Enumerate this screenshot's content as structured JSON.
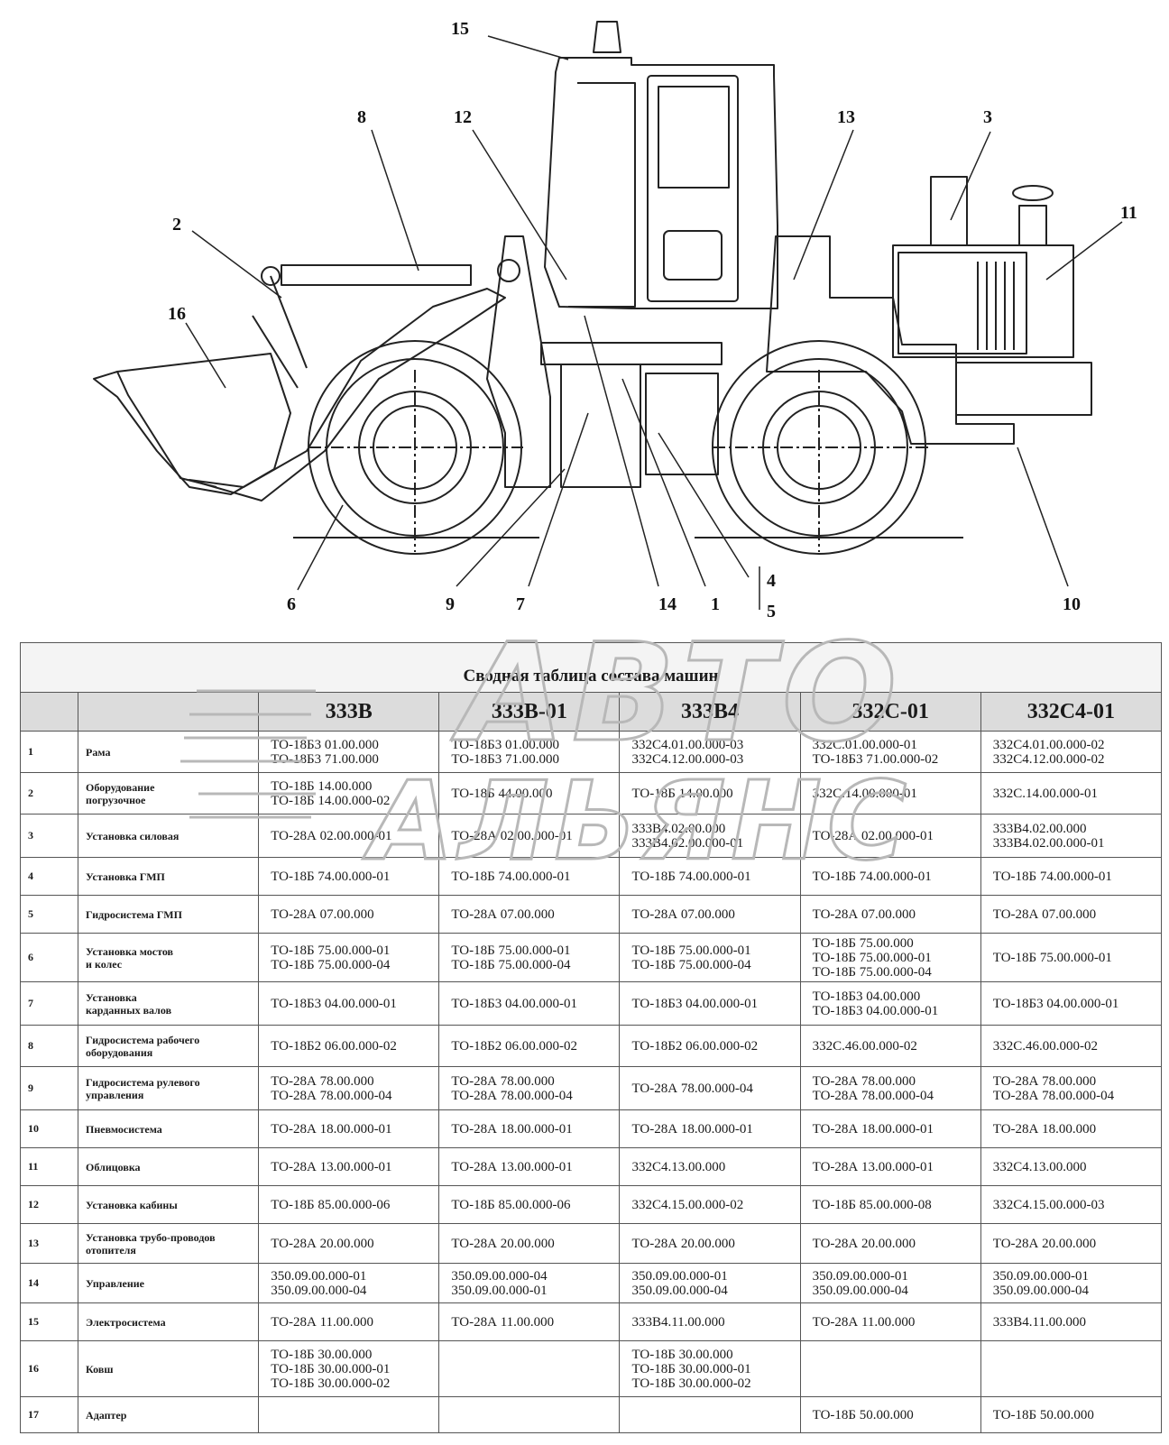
{
  "diagram": {
    "callouts": [
      "15",
      "8",
      "12",
      "13",
      "3",
      "2",
      "11",
      "16",
      "6",
      "9",
      "7",
      "14",
      "1",
      "4",
      "5",
      "10"
    ]
  },
  "watermark": {
    "line1": "АВТО",
    "line2": "АЛЬЯНС",
    "color": "#b8b8b8"
  },
  "table": {
    "caption": "Сводная таблица состава машин",
    "models": [
      "333В",
      "333В-01",
      "333В4",
      "332С-01",
      "332С4-01"
    ],
    "rows": [
      {
        "num": "1",
        "name": [
          "Рама"
        ],
        "cells": [
          [
            "ТО-18Б3 01.00.000",
            "ТО-18Б3 71.00.000"
          ],
          [
            "ТО-18Б3 01.00.000",
            "ТО-18Б3 71.00.000"
          ],
          [
            "332С4.01.00.000-03",
            "332С4.12.00.000-03"
          ],
          [
            "332С.01.00.000-01",
            "ТО-18Б3 71.00.000-02"
          ],
          [
            "332С4.01.00.000-02",
            "332С4.12.00.000-02"
          ]
        ]
      },
      {
        "num": "2",
        "name": [
          "Оборудование",
          "погрузочное"
        ],
        "cells": [
          [
            "ТО-18Б 14.00.000",
            "ТО-18Б 14.00.000-02"
          ],
          [
            "ТО-18Б 44.00.000"
          ],
          [
            "ТО-18Б 14.00.000"
          ],
          [
            "332С.14.00.000-01"
          ],
          [
            "332С.14.00.000-01"
          ]
        ]
      },
      {
        "num": "3",
        "name": [
          "Установка силовая"
        ],
        "cells": [
          [
            "ТО-28А 02.00.000-01"
          ],
          [
            "ТО-28А 02.00.000-01"
          ],
          [
            "333В4.02.00.000",
            "333В4.02.00.000-01"
          ],
          [
            "ТО-28А 02.00.000-01"
          ],
          [
            "333В4.02.00.000",
            "333В4.02.00.000-01"
          ]
        ]
      },
      {
        "num": "4",
        "name": [
          "Установка ГМП"
        ],
        "cells": [
          [
            "ТО-18Б 74.00.000-01"
          ],
          [
            "ТО-18Б 74.00.000-01"
          ],
          [
            "ТО-18Б 74.00.000-01"
          ],
          [
            "ТО-18Б 74.00.000-01"
          ],
          [
            "ТО-18Б 74.00.000-01"
          ]
        ]
      },
      {
        "num": "5",
        "name": [
          "Гидросистема ГМП"
        ],
        "cells": [
          [
            "ТО-28А 07.00.000"
          ],
          [
            "ТО-28А 07.00.000"
          ],
          [
            "ТО-28А 07.00.000"
          ],
          [
            "ТО-28А 07.00.000"
          ],
          [
            "ТО-28А 07.00.000"
          ]
        ]
      },
      {
        "num": "6",
        "name": [
          "Установка мостов",
          " и колес"
        ],
        "cells": [
          [
            "ТО-18Б 75.00.000-01",
            "ТО-18Б 75.00.000-04"
          ],
          [
            "ТО-18Б 75.00.000-01",
            "ТО-18Б 75.00.000-04"
          ],
          [
            "ТО-18Б 75.00.000-01",
            "ТО-18Б 75.00.000-04"
          ],
          [
            "ТО-18Б 75.00.000",
            "ТО-18Б 75.00.000-01",
            "ТО-18Б 75.00.000-04"
          ],
          [
            "ТО-18Б 75.00.000-01"
          ]
        ]
      },
      {
        "num": "7",
        "name": [
          "Установка",
          "карданных валов"
        ],
        "cells": [
          [
            "ТО-18Б3 04.00.000-01"
          ],
          [
            "ТО-18Б3 04.00.000-01"
          ],
          [
            "ТО-18Б3 04.00.000-01"
          ],
          [
            "ТО-18Б3 04.00.000",
            "ТО-18Б3 04.00.000-01"
          ],
          [
            "ТО-18Б3 04.00.000-01"
          ]
        ]
      },
      {
        "num": "8",
        "name": [
          "Гидросистема рабочего",
          "оборудования"
        ],
        "cells": [
          [
            "ТО-18Б2 06.00.000-02"
          ],
          [
            "ТО-18Б2 06.00.000-02"
          ],
          [
            "ТО-18Б2 06.00.000-02"
          ],
          [
            "332С.46.00.000-02"
          ],
          [
            "332С.46.00.000-02"
          ]
        ]
      },
      {
        "num": "9",
        "name": [
          "Гидросистема рулевого",
          "управления"
        ],
        "cells": [
          [
            "ТО-28А 78.00.000",
            "ТО-28А 78.00.000-04"
          ],
          [
            "ТО-28А 78.00.000",
            "ТО-28А 78.00.000-04"
          ],
          [
            "ТО-28А 78.00.000-04"
          ],
          [
            "ТО-28А 78.00.000",
            "ТО-28А 78.00.000-04"
          ],
          [
            "ТО-28А 78.00.000",
            "ТО-28А 78.00.000-04"
          ]
        ]
      },
      {
        "num": "10",
        "name": [
          "Пневмосистема"
        ],
        "cells": [
          [
            "ТО-28А 18.00.000-01"
          ],
          [
            "ТО-28А 18.00.000-01"
          ],
          [
            "ТО-28А 18.00.000-01"
          ],
          [
            "ТО-28А 18.00.000-01"
          ],
          [
            "ТО-28А 18.00.000"
          ]
        ]
      },
      {
        "num": "11",
        "name": [
          "Облицовка"
        ],
        "cells": [
          [
            "ТО-28А 13.00.000-01"
          ],
          [
            "ТО-28А 13.00.000-01"
          ],
          [
            "332С4.13.00.000"
          ],
          [
            "ТО-28А 13.00.000-01"
          ],
          [
            "332С4.13.00.000"
          ]
        ]
      },
      {
        "num": "12",
        "name": [
          "Установка кабины"
        ],
        "cells": [
          [
            "ТО-18Б 85.00.000-06"
          ],
          [
            "ТО-18Б 85.00.000-06"
          ],
          [
            "332С4.15.00.000-02"
          ],
          [
            "ТО-18Б 85.00.000-08"
          ],
          [
            "332С4.15.00.000-03"
          ]
        ]
      },
      {
        "num": "13",
        "name": [
          "Установка трубо-проводов",
          "отопителя"
        ],
        "cells": [
          [
            "ТО-28А 20.00.000"
          ],
          [
            "ТО-28А 20.00.000"
          ],
          [
            "ТО-28А 20.00.000"
          ],
          [
            "ТО-28А 20.00.000"
          ],
          [
            "ТО-28А 20.00.000"
          ]
        ]
      },
      {
        "num": "14",
        "name": [
          "Управление"
        ],
        "cells": [
          [
            "350.09.00.000-01",
            "350.09.00.000-04"
          ],
          [
            "350.09.00.000-04",
            "350.09.00.000-01"
          ],
          [
            "350.09.00.000-01",
            "350.09.00.000-04"
          ],
          [
            "350.09.00.000-01",
            "350.09.00.000-04"
          ],
          [
            "350.09.00.000-01",
            "350.09.00.000-04"
          ]
        ]
      },
      {
        "num": "15",
        "name": [
          "Электросистема"
        ],
        "cells": [
          [
            "ТО-28А 11.00.000"
          ],
          [
            "ТО-28А 11.00.000"
          ],
          [
            "333В4.11.00.000"
          ],
          [
            "ТО-28А 11.00.000"
          ],
          [
            "333В4.11.00.000"
          ]
        ]
      },
      {
        "num": "16",
        "name": [
          "Ковш"
        ],
        "cells": [
          [
            "ТО-18Б 30.00.000",
            "ТО-18Б 30.00.000-01",
            "ТО-18Б 30.00.000-02"
          ],
          [],
          [
            "ТО-18Б 30.00.000",
            "ТО-18Б 30.00.000-01",
            "ТО-18Б 30.00.000-02"
          ],
          [],
          []
        ]
      },
      {
        "num": "17",
        "name": [
          "Адаптер"
        ],
        "cells": [
          [],
          [],
          [],
          [
            "ТО-18Б 50.00.000"
          ],
          [
            "ТО-18Б 50.00.000"
          ]
        ]
      }
    ]
  }
}
